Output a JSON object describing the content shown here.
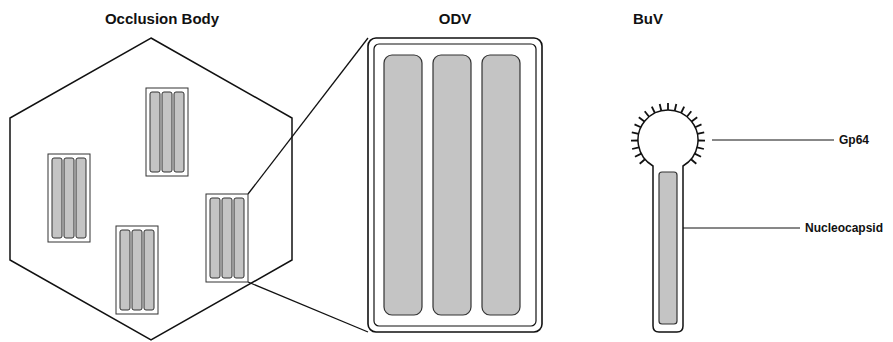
{
  "diagram": {
    "nodes": [
      {
        "text": [
          "Occlusion Body"
        ]
      },
      {
        "text": [
          "ODV"
        ]
      },
      {
        "text": [
          "BuV"
        ]
      }
    ],
    "labels": [
      "Gp64",
      "Nucleocapsid"
    ]
  }
}
